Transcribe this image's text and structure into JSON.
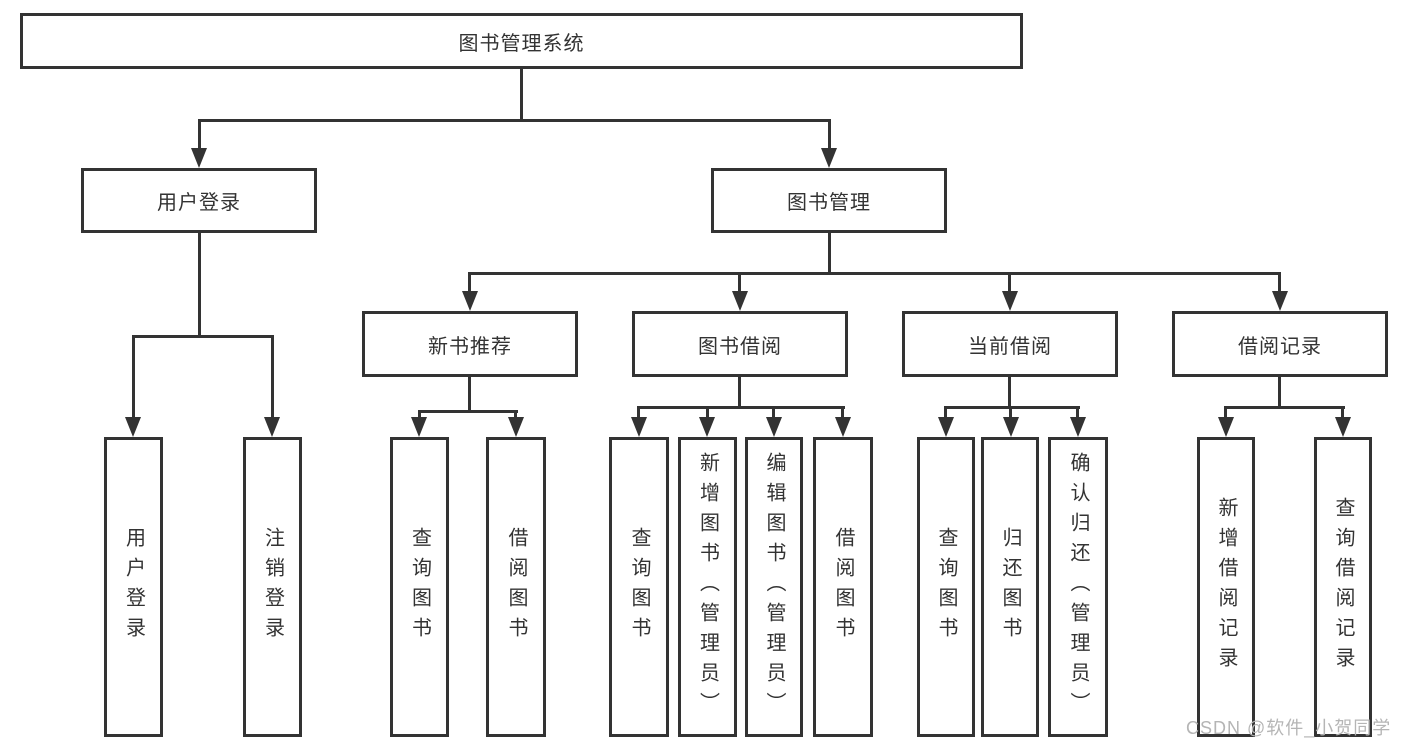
{
  "diagram": {
    "root": {
      "label": "图书管理系统"
    },
    "level2": [
      {
        "label": "用户登录"
      },
      {
        "label": "图书管理"
      }
    ],
    "level3": [
      {
        "label": "新书推荐"
      },
      {
        "label": "图书借阅"
      },
      {
        "label": "当前借阅"
      },
      {
        "label": "借阅记录"
      }
    ],
    "leaves": {
      "user_login": [
        {
          "label": "用户登录"
        },
        {
          "label": "注销登录"
        }
      ],
      "new_book_recommend": [
        {
          "label": "查询图书"
        },
        {
          "label": "借阅图书"
        }
      ],
      "book_borrow": [
        {
          "label": "查询图书"
        },
        {
          "label": "新增图书（管理员）"
        },
        {
          "label": "编辑图书（管理员）"
        },
        {
          "label": "借阅图书"
        }
      ],
      "current_borrow": [
        {
          "label": "查询图书"
        },
        {
          "label": "归还图书"
        },
        {
          "label": "确认归还（管理员）"
        }
      ],
      "borrow_record": [
        {
          "label": "新增借阅记录"
        },
        {
          "label": "查询借阅记录"
        }
      ]
    },
    "watermark": "CSDN @软件_小贺同学",
    "colors": {
      "line": "#333333",
      "text": "#333333",
      "watermark": "#b5b5b5",
      "background": "#ffffff"
    }
  }
}
